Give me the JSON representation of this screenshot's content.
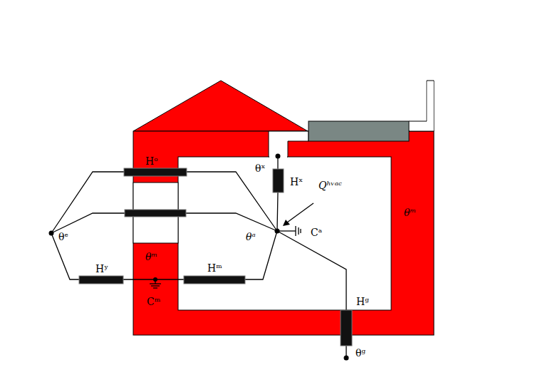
{
  "diagram": {
    "labels": [
      "Hᵒ",
      "θˣ",
      "Hˣ",
      "Qʰᵛᵃᶜ",
      "θᵉ",
      "θᵃ",
      "Cᵃ",
      "θᵐ",
      "θᵐ",
      "Hʸ",
      "Hᵐ",
      "Cᵐ",
      "Hᵍ",
      "θᵍ"
    ]
  }
}
